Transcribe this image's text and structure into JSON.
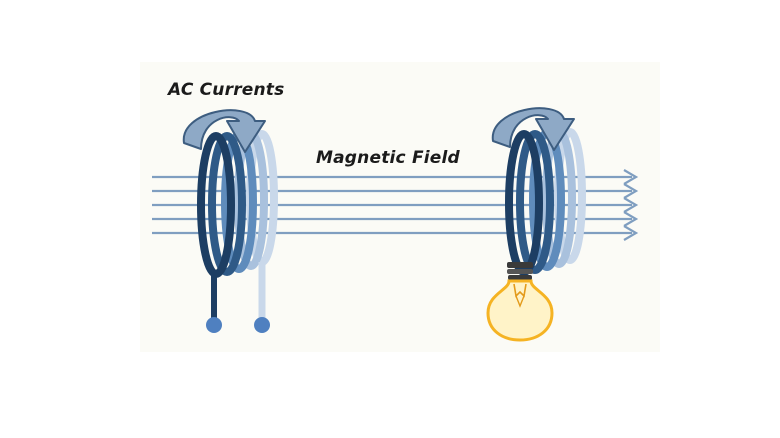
{
  "labels": {
    "ac_currents": "AC Currents",
    "magnetic_field": "Magnetic Field"
  },
  "colors": {
    "coil_dark": "#1d3e63",
    "coil_mid": "#3f6f9f",
    "coil_light": "#a9c1dd",
    "field_line": "#7f9ec0",
    "arrow_fill": "#8ea9c6",
    "arrow_stroke": "#3d5d80",
    "terminal": "#4f80c0",
    "bulb_glass": "#fff3c8",
    "bulb_glow": "#f5b323",
    "bulb_base": "#3a3a3a"
  },
  "elements": {
    "transmitter_coil": "transmitter-coil",
    "receiver_coil": "receiver-coil",
    "light_bulb": "light-bulb-icon",
    "field_lines": 5
  }
}
